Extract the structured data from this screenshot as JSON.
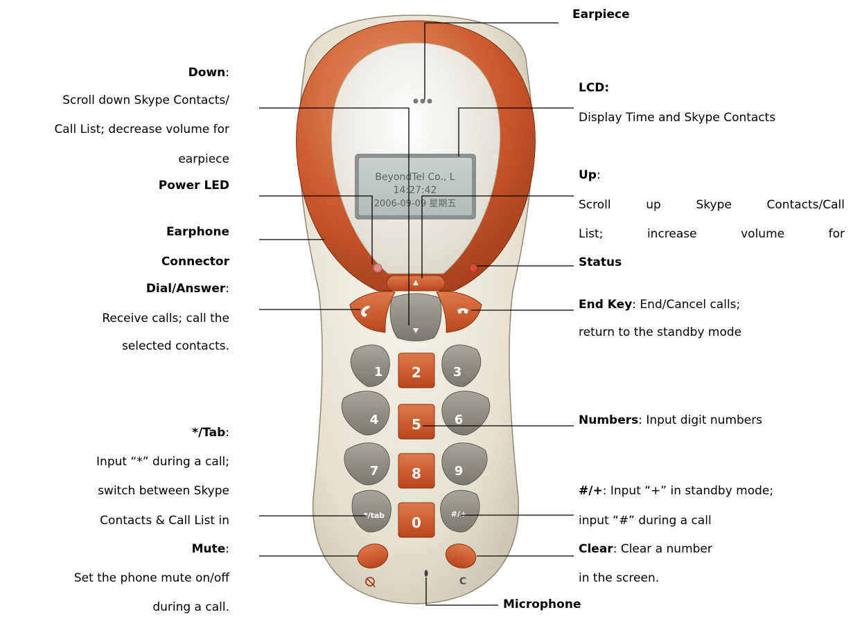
{
  "lcd": {
    "line1": "BeyondTel Co., L",
    "line2": "14:27:42",
    "line3": "2006-09-09 星期五"
  },
  "keys": {
    "k1": "1",
    "k2": "2",
    "k3": "3",
    "k4": "4",
    "k5": "5",
    "k6": "6",
    "k7": "7",
    "k8": "8",
    "k9": "9",
    "k0": "0",
    "star": "*/tab",
    "hash": "#/+",
    "clear": "C"
  },
  "labels": {
    "earpiece": "Earpiece",
    "down_title": "Down",
    "down_colon": ":",
    "down_l1": "Scroll down Skype Contacts/",
    "down_l2": "Call List; decrease volume for",
    "down_l3": "earpiece",
    "power_led": "Power LED",
    "earphone_l1": "Earphone",
    "earphone_l2": "Connector",
    "dial_title": "Dial/Answer",
    "dial_colon": ":",
    "dial_l1": "Receive calls; call the",
    "dial_l2": "selected contacts.",
    "star_title": "*/Tab",
    "star_colon": ":",
    "star_l1": "Input “*” during a call;",
    "star_l2": "switch between Skype",
    "star_l3": "Contacts & Call List in",
    "mute_title": "Mute",
    "mute_colon": ":",
    "mute_l1": "Set the phone mute on/off",
    "mute_l2": "during a call.",
    "lcd_title": "LCD:",
    "lcd_l1": "Display Time and Skype Contacts",
    "up_title": "Up",
    "up_colon": ":",
    "up_l1": "Scroll up Skype Contacts/Call",
    "up_l2": "List; increase volume for",
    "status": "Status",
    "end_title": "End Key",
    "end_rest": ": End/Cancel calls;",
    "end_l2": "return to the standby mode",
    "numbers_title": "Numbers",
    "numbers_rest": ": Input digit numbers",
    "hash_title": "#/+",
    "hash_rest": ": Input “+” in standby mode;",
    "hash_l2": "input “#” during a call",
    "clear_title": "Clear",
    "clear_rest": ": Clear a number",
    "clear_l2": "in the screen.",
    "microphone": "Microphone"
  }
}
